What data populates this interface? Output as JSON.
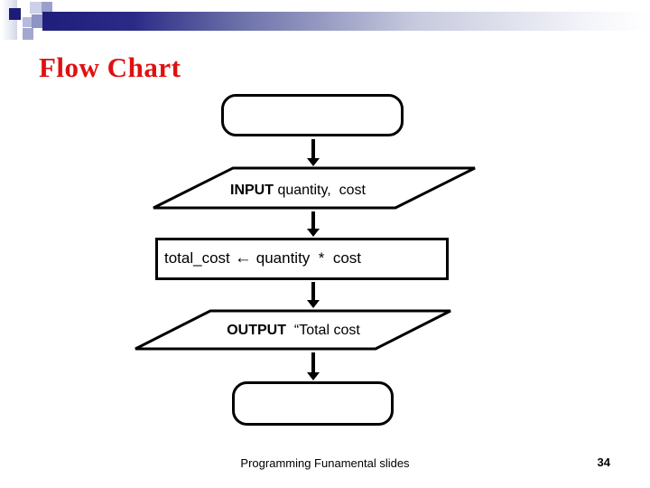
{
  "slide": {
    "title": "Flow Chart",
    "footer": "Programming Funamental slides",
    "page_number": "34"
  },
  "flowchart": {
    "input": {
      "keyword": "INPUT",
      "args": " quantity,  cost"
    },
    "process": {
      "target": "total_cost",
      "arrow": "←",
      "expression": "quantity  *  cost"
    },
    "output": {
      "keyword": "OUTPUT",
      "args": "  “Total cost"
    }
  },
  "colors": {
    "title_red": "#e01010",
    "header_navy": "#1f1f7b",
    "shape_stroke": "#000000",
    "shape_fill": "#ffffff"
  }
}
